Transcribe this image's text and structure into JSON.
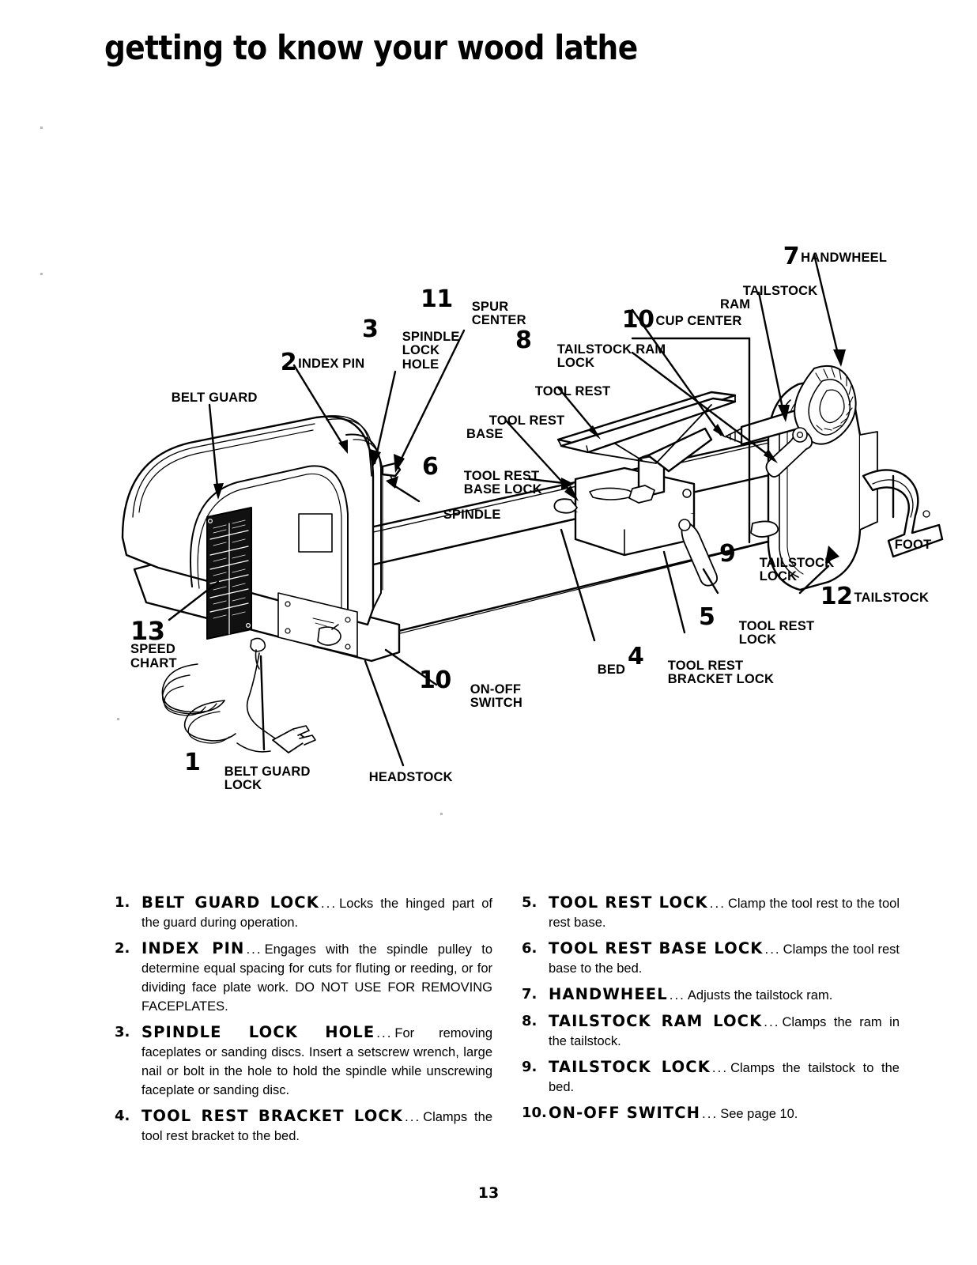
{
  "page": {
    "title": "getting to know your wood lathe",
    "page_number": "13"
  },
  "figure": {
    "alt": "exploded-style line drawing of a wood lathe with numbered callouts",
    "callouts": [
      {
        "id": "belt-guard",
        "num": "",
        "label": "BELT GUARD"
      },
      {
        "id": "index-pin",
        "num": "2",
        "label": "INDEX PIN"
      },
      {
        "id": "spindle-lock-hole",
        "num": "3",
        "label": "SPINDLE\nLOCK\nHOLE"
      },
      {
        "id": "spur-center",
        "num": "11",
        "label": "SPUR\nCENTER"
      },
      {
        "id": "tailstock-ram-lock",
        "num": "8",
        "label": "TAILSTOCK RAM\nLOCK"
      },
      {
        "id": "cup-center",
        "num": "10",
        "label": "CUP CENTER"
      },
      {
        "id": "tailstock-ram",
        "num": "",
        "label": "TAILSTOCK\nRAM"
      },
      {
        "id": "handwheel",
        "num": "7",
        "label": "HANDWHEEL"
      },
      {
        "id": "tool-rest",
        "num": "",
        "label": "TOOL REST"
      },
      {
        "id": "tool-rest-base",
        "num": "",
        "label": "TOOL REST\nBASE"
      },
      {
        "id": "tool-rest-base-lock",
        "num": "6",
        "label": "TOOL REST\nBASE LOCK"
      },
      {
        "id": "spindle",
        "num": "",
        "label": "SPINDLE"
      },
      {
        "id": "speed-chart",
        "num": "13",
        "label": "SPEED\nCHART"
      },
      {
        "id": "tailstock-lock",
        "num": "9",
        "label": "TAILSTOCK\nLOCK"
      },
      {
        "id": "tailstock",
        "num": "12",
        "label": "TAILSTOCK"
      },
      {
        "id": "foot",
        "num": "",
        "label": "FOOT"
      },
      {
        "id": "tool-rest-lock",
        "num": "5",
        "label": "TOOL REST\nLOCK"
      },
      {
        "id": "tool-rest-bracket-lock",
        "num": "4",
        "label": "TOOL REST\nBRACKET LOCK"
      },
      {
        "id": "bed",
        "num": "",
        "label": "BED"
      },
      {
        "id": "on-off-switch",
        "num": "10",
        "label": "ON-OFF\nSWITCH"
      },
      {
        "id": "belt-guard-lock",
        "num": "1",
        "label": "BELT GUARD\nLOCK"
      },
      {
        "id": "headstock",
        "num": "",
        "label": "HEADSTOCK"
      }
    ]
  },
  "list": {
    "left": [
      {
        "index": "1.",
        "term": "BELT GUARD LOCK",
        "dots": "...",
        "desc": "Locks the hinged part of the guard during operation."
      },
      {
        "index": "2.",
        "term": "INDEX PIN",
        "dots": "...",
        "desc": "Engages with the spindle pulley to determine equal spacing for cuts for fluting or reeding, or for dividing face plate work. DO NOT USE FOR REMOVING FACEPLATES."
      },
      {
        "index": "3.",
        "term": "SPINDLE LOCK HOLE",
        "dots": "...",
        "desc": "For removing faceplates or sanding discs. Insert a setscrew wrench, large nail or bolt in the hole to hold the spindle while unscrewing faceplate or sanding disc."
      },
      {
        "index": "4.",
        "term": "TOOL REST BRACKET LOCK",
        "dots": "...",
        "desc": "Clamps the tool rest bracket to the bed."
      }
    ],
    "right": [
      {
        "index": "5.",
        "term": "TOOL REST LOCK",
        "dots": "...",
        "desc": "Clamp the tool rest to the tool rest base."
      },
      {
        "index": "6.",
        "term": "TOOL REST BASE LOCK",
        "dots": "...",
        "desc": "Clamps the tool rest base to the bed."
      },
      {
        "index": "7.",
        "term": "HANDWHEEL",
        "dots": "...",
        "desc": "Adjusts the tailstock ram."
      },
      {
        "index": "8.",
        "term": "TAILSTOCK RAM LOCK",
        "dots": "...",
        "desc": "Clamps the ram in the tailstock."
      },
      {
        "index": "9.",
        "term": "TAILSTOCK LOCK",
        "dots": "...",
        "desc": "Clamps the tailstock to the bed."
      },
      {
        "index": "10.",
        "term": "ON-OFF SWITCH",
        "dots": "...",
        "desc": "See page 10."
      }
    ]
  },
  "colors": {
    "ink": "#000000",
    "paper": "#ffffff"
  }
}
